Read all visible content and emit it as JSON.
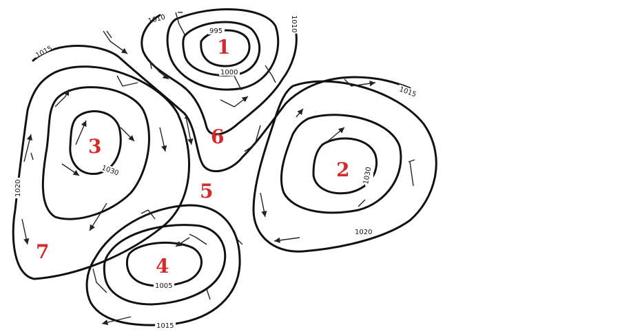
{
  "map": {
    "isobar_labels": {
      "l1010a": "1010",
      "l1010b": "1010",
      "l995": "995",
      "l1000": "1000",
      "l1015nw": "1015",
      "l1015ne": "1015",
      "l1030w": "1030",
      "l1030e": "1030",
      "l1020w": "1020",
      "l1020e": "1020",
      "l1005": "1005",
      "l1015s": "1015"
    },
    "regions": {
      "r1": "1",
      "r2": "2",
      "r3": "3",
      "r4": "4",
      "r5": "5",
      "r6": "6",
      "r7": "7"
    },
    "colors": {
      "isobar": "#111111",
      "region_label": "#d42a2a",
      "background": "#ffffff"
    }
  }
}
